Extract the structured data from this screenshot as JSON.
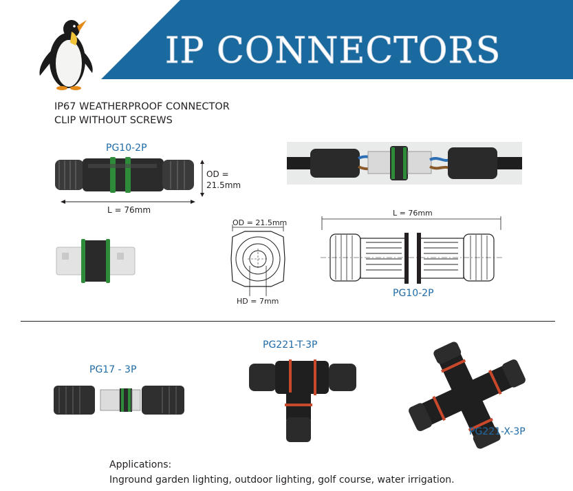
{
  "header": {
    "title": "IP CONNECTORS",
    "banner_color": "#1a6aa0"
  },
  "intro": {
    "line1": "IP67 WEATHERPROOF CONNECTOR",
    "line2": "CLIP WITHOUT SCREWS"
  },
  "top_product": {
    "name": "PG10-2P",
    "od_line1": "OD =",
    "od_line2": "21.5mm",
    "length": "L  = 76mm"
  },
  "drawing": {
    "od": "OD = 21.5mm",
    "hd": "HD = 7mm",
    "length": "L = 76mm",
    "name": "PG10-2P"
  },
  "products": {
    "pg17": "PG17 - 3P",
    "pg221t": "PG221-T-3P",
    "pg221x": "PG221-X-3P"
  },
  "applications": {
    "title": "Applications:",
    "text": "Inground garden lighting, outdoor lighting, golf course, water irrigation."
  },
  "colors": {
    "accent_blue": "#1e6aa6",
    "connector_black": "#2b2b2b",
    "seal_green": "#2e8b3a"
  }
}
